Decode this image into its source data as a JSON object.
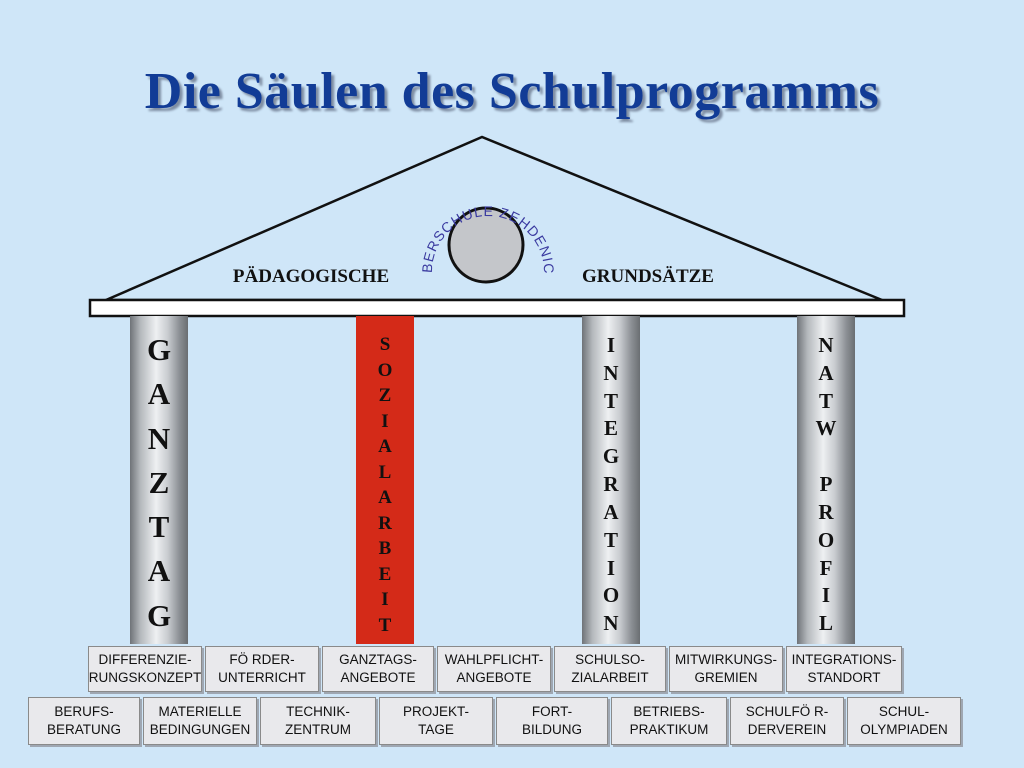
{
  "title": "Die Säulen des Schulprogramms",
  "roof": {
    "school_name": "OBERSCHULE ZEHDENICK",
    "label_left": "PÄDAGOGISCHE",
    "label_right": "GRUNDSÄTZE"
  },
  "pillars": [
    {
      "word": "GANZTAG",
      "style": "steel"
    },
    {
      "word": "SOZIALARBEIT",
      "style": "red"
    },
    {
      "word": "INTEGRATION",
      "style": "steel"
    },
    {
      "word": "NATW PROFIL",
      "style": "steel"
    }
  ],
  "foundation_row1": [
    "DIFFERENZIE-\nRUNGSKONZEPT",
    "FÖ RDER-\nUNTERRICHT",
    "GANZTAGS-\nANGEBOTE",
    "WAHLPFLICHT-\nANGEBOTE",
    "SCHULSO-\nZIALARBEIT",
    "MITWIRKUNGS-\nGREMIEN",
    "INTEGRATIONS-\nSTANDORT"
  ],
  "foundation_row2": [
    "BERUFS-\nBERATUNG",
    "MATERIELLE\nBEDINGUNGEN",
    "TECHNIK-\nZENTRUM",
    "PROJEKT-\nTAGE",
    "FORT-\nBILDUNG",
    "BETRIEBS-\nPRAKTIKUM",
    "SCHULFÖ R-\nDERVEREIN",
    "SCHUL-\nOLYMPIADEN"
  ],
  "colors": {
    "background": "#cfe6f8",
    "title": "#123c96",
    "school_name": "#3a3aa0",
    "red_pillar": "#d42a18"
  }
}
